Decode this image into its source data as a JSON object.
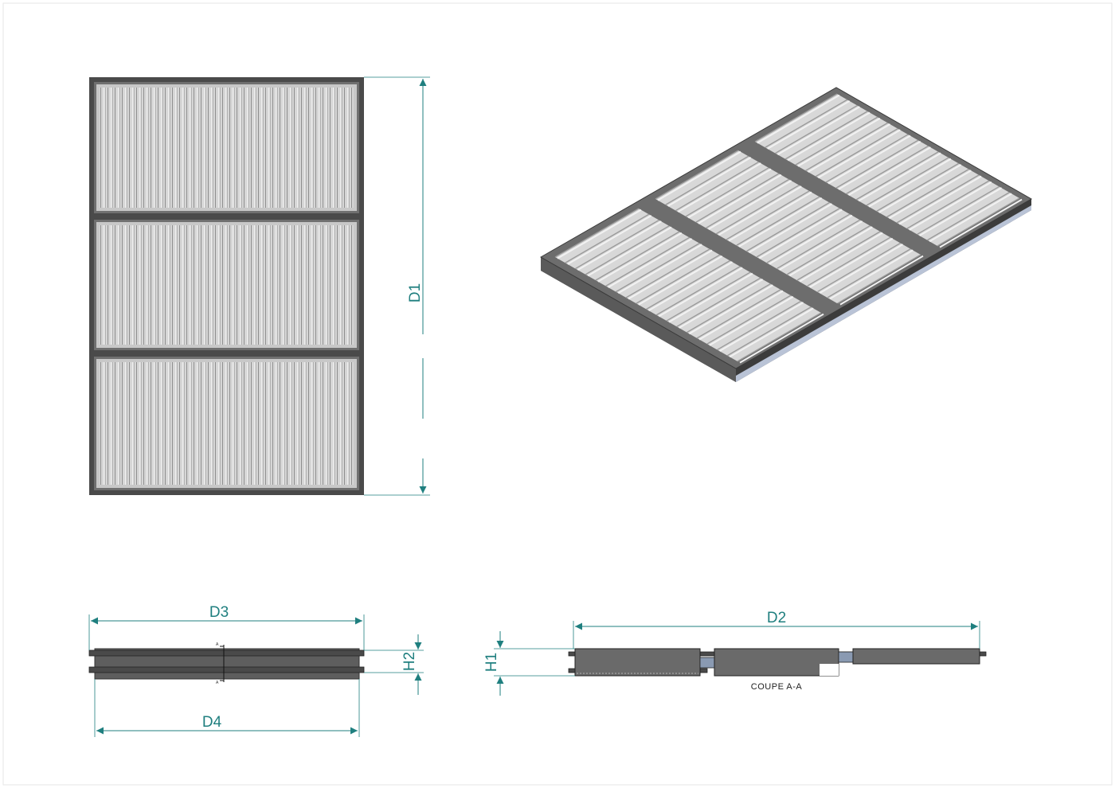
{
  "colors": {
    "dimension": "#1f7f7f",
    "frame_dark": "#4a4a4a",
    "frame_mid": "#6d6d6d",
    "filter_light": "#d6d6d6",
    "pleat_line": "#8a8a8a",
    "seal_blue": "#b9c3d6",
    "border": "#e6e6e6"
  },
  "dimensions": {
    "d1": "D1",
    "d2": "D2",
    "d3": "D3",
    "d4": "D4",
    "h1": "H1",
    "h2": "H2"
  },
  "section": {
    "caption": "COUPE A-A",
    "marker": "A"
  },
  "icons": {
    "arrowhead": "filled-triangle-arrow"
  }
}
